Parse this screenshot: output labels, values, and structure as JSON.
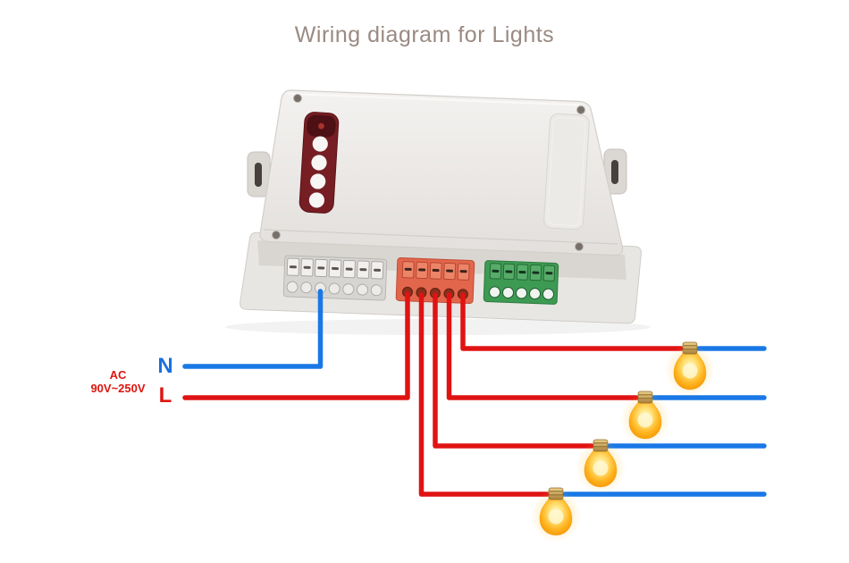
{
  "title": "Wiring diagram for Lights",
  "labels": {
    "neutral": "N",
    "live": "L",
    "ac_line1": "AC",
    "ac_line2": "90V~250V"
  },
  "colors": {
    "title_text": "#9a8a82",
    "neutral_wire": "#1a78e6",
    "live_wire": "#e01313",
    "bulb_glow": "#ffb622",
    "bulb_cap": "#c19a4e",
    "device_body": "#edebe8",
    "button_panel": "#761e23",
    "neutral_terminal_block": "#d7d5d2",
    "live_terminal_block": "#e2664c",
    "output_terminal_block": "#3d9a52"
  },
  "icons": {
    "light_bulb": "light-bulb-icon"
  },
  "counts": {
    "lights": 4,
    "device_buttons": 4,
    "live_output_wires": 4
  }
}
